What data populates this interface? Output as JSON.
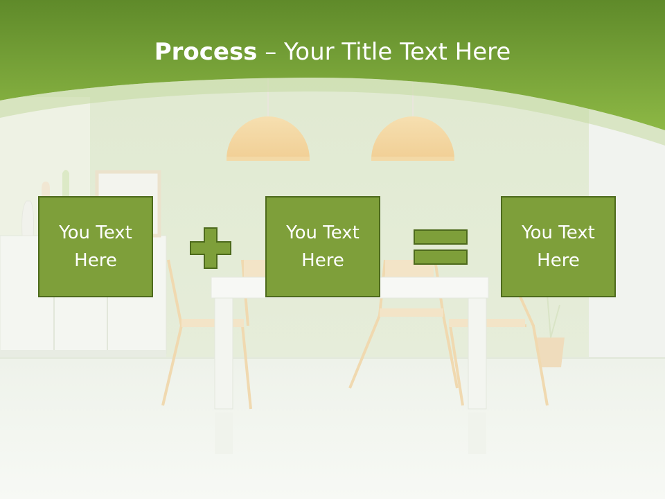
{
  "slide": {
    "title_bold": "Process",
    "title_rest": " – Your Title Text Here",
    "boxes": [
      {
        "text": "You Text Here"
      },
      {
        "text": "You Text Here"
      },
      {
        "text": "You Text Here"
      }
    ],
    "operators": [
      "plus-icon",
      "equals-icon"
    ]
  },
  "colors": {
    "banner_top": "#5f8a2a",
    "banner_bottom": "#8db845",
    "box_fill": "#7e9f3a",
    "box_border": "#4d6a1c"
  }
}
